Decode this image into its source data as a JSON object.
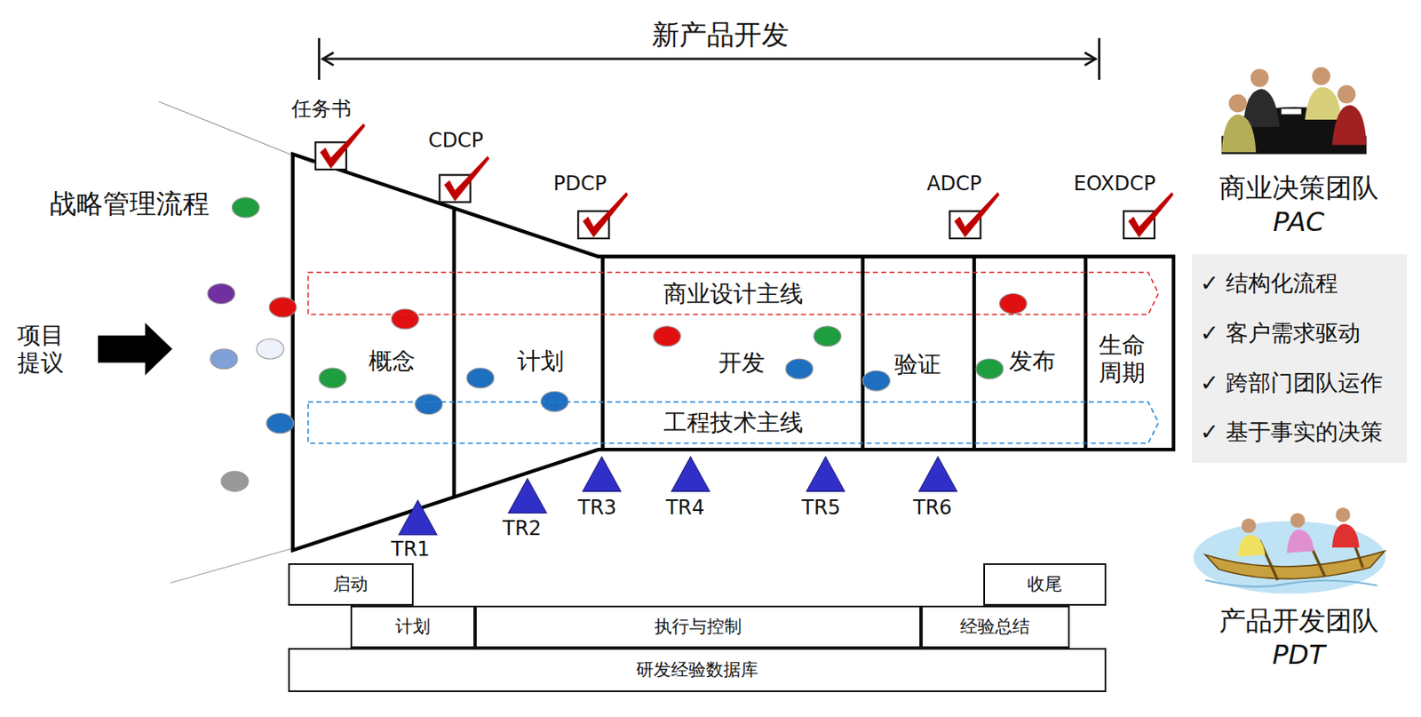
{
  "diagram": {
    "title": "新产品开发",
    "nodes": [
      {
        "text": [
          "任务书"
        ]
      },
      {
        "text": [
          "CDCP"
        ]
      },
      {
        "text": [
          "PDCP"
        ]
      },
      {
        "text": [
          "ADCP"
        ]
      },
      {
        "text": [
          "EOXDCP"
        ]
      },
      {
        "text": [
          "商业设计主线"
        ]
      },
      {
        "text": [
          "概念"
        ]
      },
      {
        "text": [
          "计划"
        ]
      },
      {
        "text": [
          "开发"
        ]
      },
      {
        "text": [
          "验证"
        ]
      },
      {
        "text": [
          "发布"
        ]
      },
      {
        "text": [
          "生命 周期"
        ]
      },
      {
        "text": [
          "工程技术主线"
        ]
      },
      {
        "text": [
          "TR1"
        ]
      },
      {
        "text": [
          "TR2"
        ]
      },
      {
        "text": [
          "TR3"
        ]
      },
      {
        "text": [
          "TR4"
        ]
      },
      {
        "text": [
          "TR5"
        ]
      },
      {
        "text": [
          "TR6"
        ]
      },
      {
        "text": [
          "启动"
        ]
      },
      {
        "text": [
          "收尾"
        ]
      },
      {
        "text": [
          "计划"
        ]
      },
      {
        "text": [
          "执行与控制"
        ]
      },
      {
        "text": [
          "经验总结"
        ]
      },
      {
        "text": [
          "研发经验数据库"
        ]
      },
      {
        "text": [
          "✓ 结构化流程",
          "✓ 客户需求驱动",
          "✓ 跨部门团队运作",
          "✓ 基于事实的决策"
        ]
      }
    ],
    "labels": [
      "战略管理流程",
      "项目 提议",
      "商业决策团队",
      "PAC",
      "产品开发团队",
      "PDT"
    ]
  }
}
